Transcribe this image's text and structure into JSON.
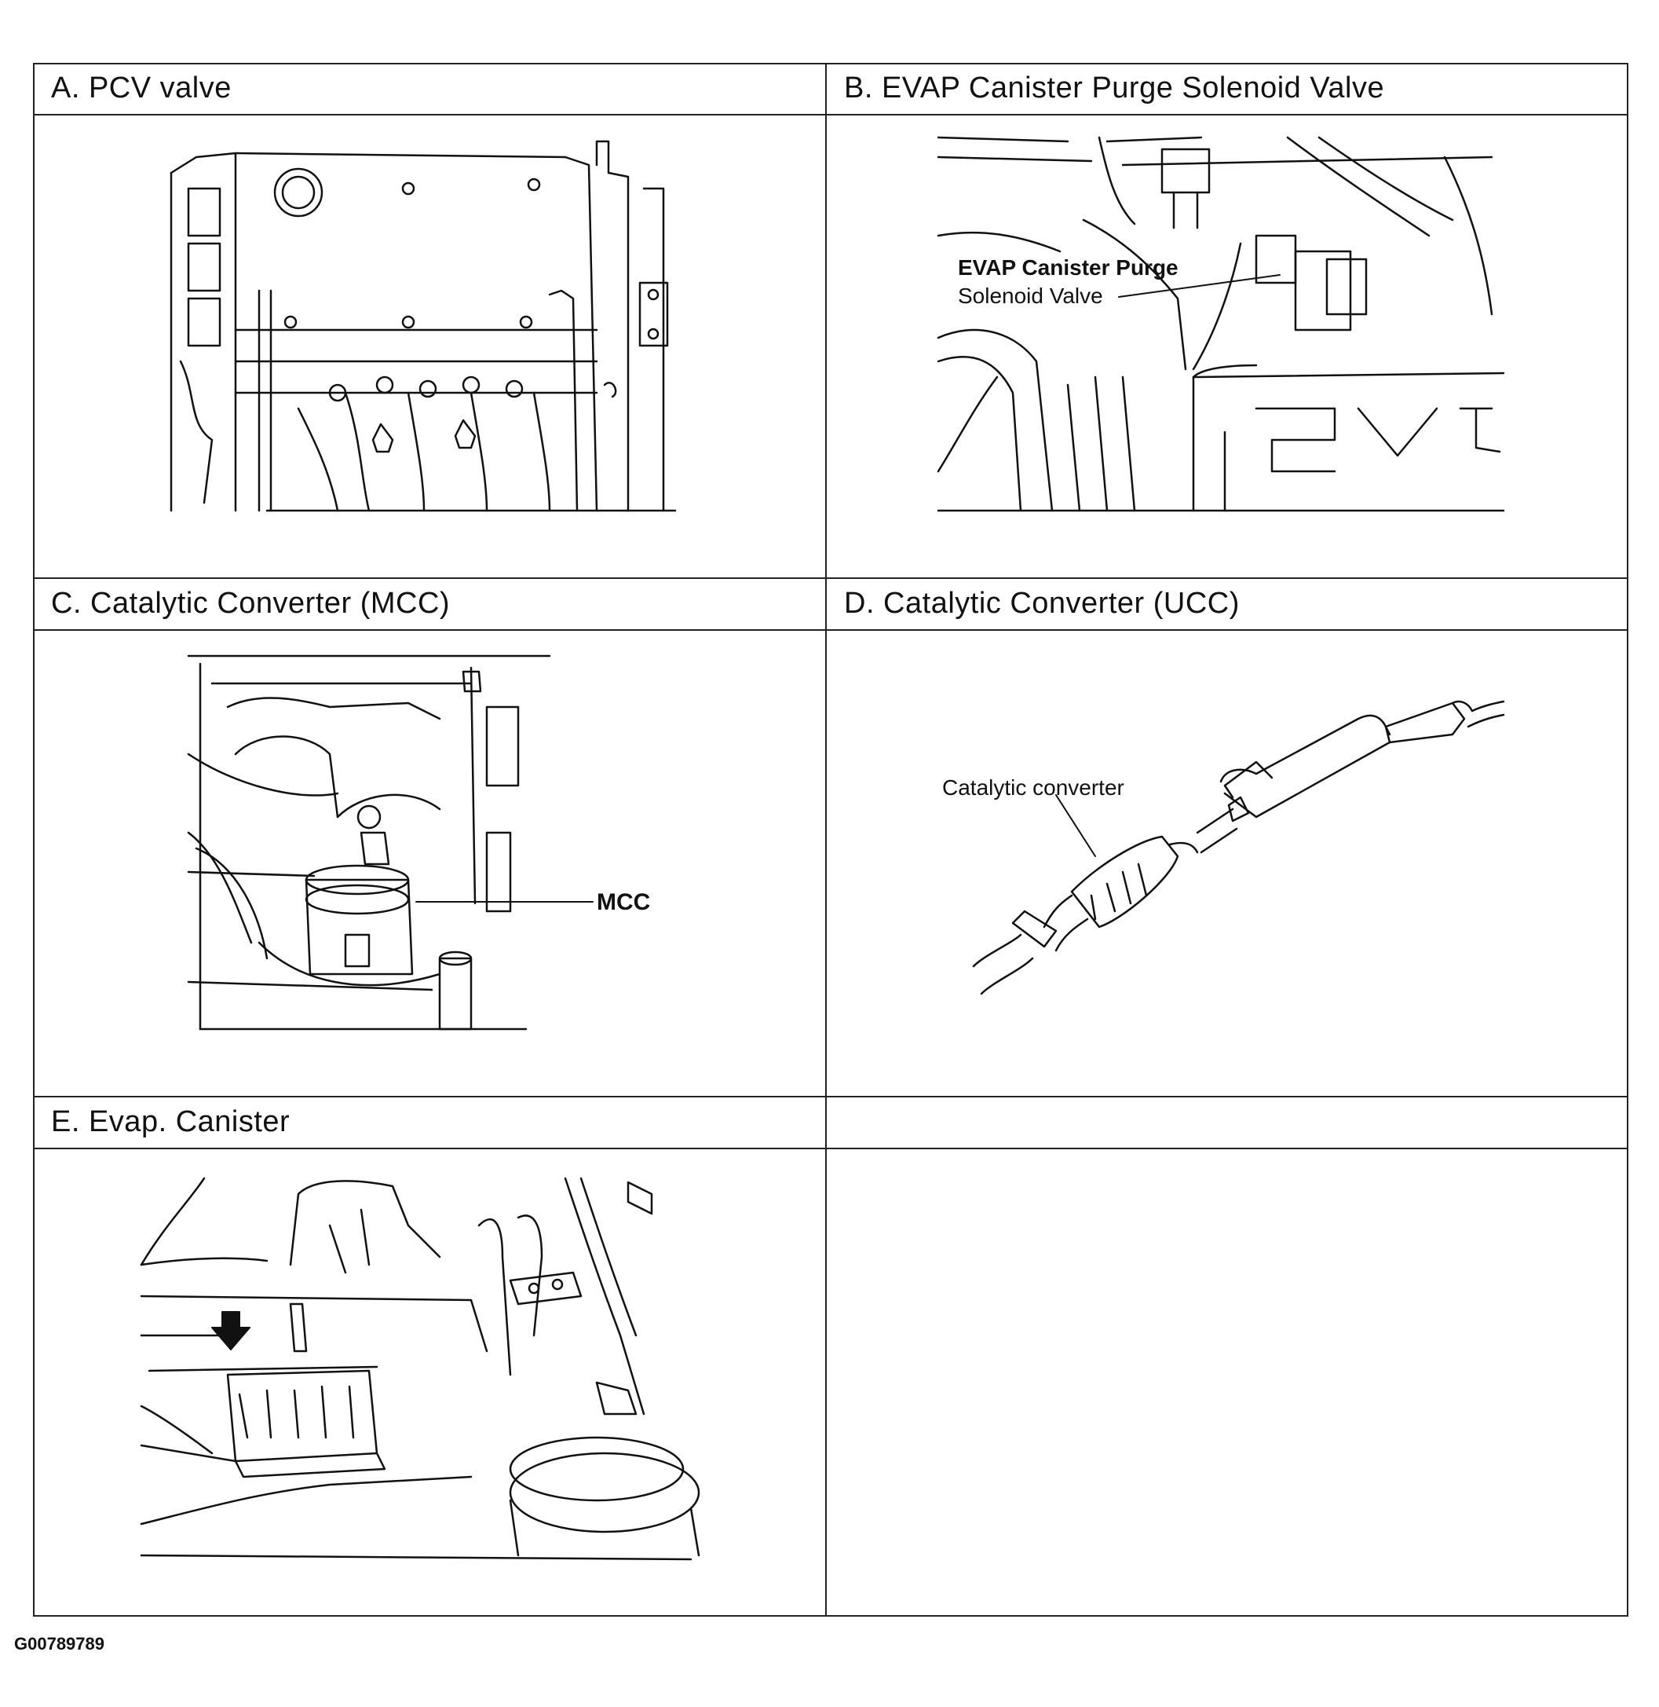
{
  "panels": {
    "a": {
      "title": "A. PCV valve"
    },
    "b": {
      "title": "B. EVAP Canister Purge Solenoid Valve",
      "callout_line1": "EVAP Canister Purge",
      "callout_line2": "Solenoid Valve"
    },
    "c": {
      "title": "C. Catalytic Converter (MCC)",
      "callout": "MCC"
    },
    "d": {
      "title": "D. Catalytic Converter (UCC)",
      "callout": "Catalytic converter"
    },
    "e": {
      "title": "E. Evap.  Canister"
    },
    "f": {
      "title": ""
    }
  },
  "figure_code": "G00789789"
}
